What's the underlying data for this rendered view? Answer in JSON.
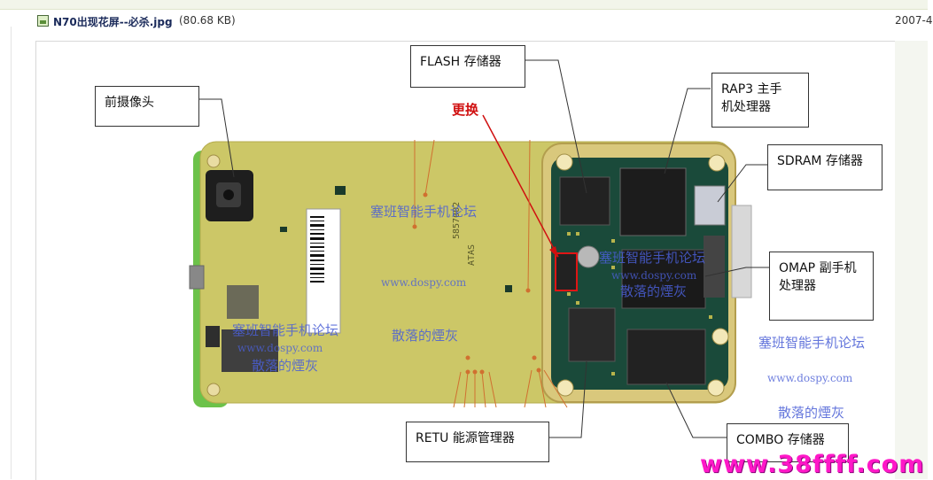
{
  "attachment": {
    "filename": "N70出现花屏--必杀.jpg",
    "size": "(80.68 KB)",
    "date": "2007-4"
  },
  "diagram": {
    "callouts": {
      "front_camera": "前摄像头",
      "flash": "FLASH 存储器",
      "rap3_line1": "RAP3 主手",
      "rap3_line2": "机处理器",
      "sdram": "SDRAM 存储器",
      "omap_line1": "OMAP 副手机",
      "omap_line2": "处理器",
      "retu": "RETU 能源管理器",
      "combo": "COMBO 存储器"
    },
    "highlight_label": "更换",
    "watermarks": {
      "forum_cn": "塞班智能手机论坛",
      "forum_url": "www.dospy.com",
      "author_cn": "散落的煙灰"
    },
    "site_watermark": "www.38ffff.com",
    "colors": {
      "board": "#c8c45c",
      "gold_frame": "#d8c77a",
      "callout_border": "#333333",
      "arrow_red": "#d01010",
      "watermark_blue": "#4a5fd6",
      "site_magenta": "#ff18c8"
    }
  }
}
